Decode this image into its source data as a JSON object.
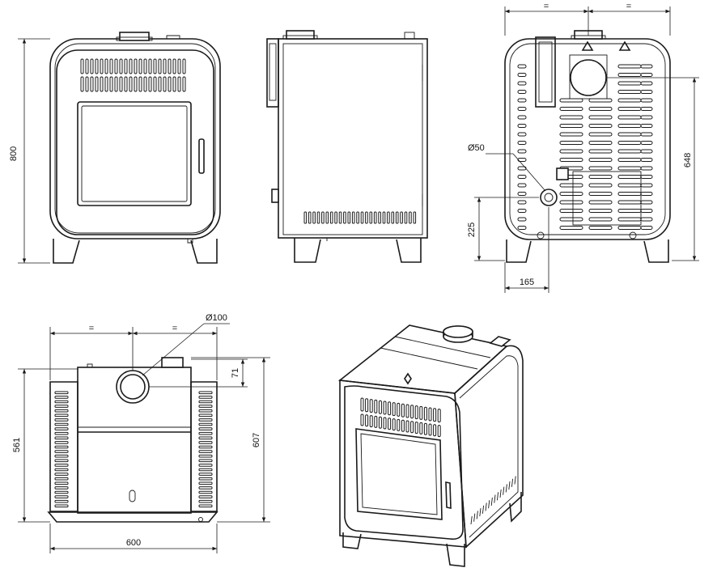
{
  "views": {
    "front": {
      "height_label": "800"
    },
    "back": {
      "equal_left": "=",
      "equal_right": "=",
      "inlet_label": "Ø50",
      "inlet_height": "225",
      "inlet_offset": "165",
      "flue_height": "648"
    },
    "top": {
      "equal_left": "=",
      "equal_right": "=",
      "flue_diameter": "Ø100",
      "flue_offset": "71",
      "width": "600",
      "depth_body": "561",
      "depth_total": "607"
    }
  }
}
